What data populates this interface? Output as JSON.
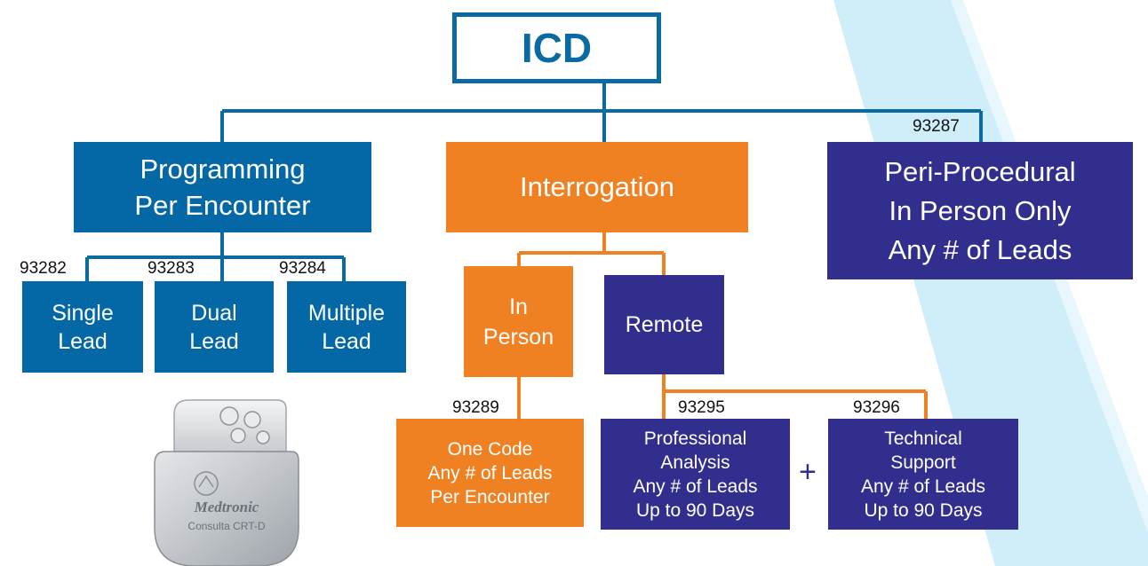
{
  "root": {
    "label": "ICD"
  },
  "programming": {
    "label": "Programming\nPer Encounter",
    "children": [
      {
        "code": "93282",
        "label": "Single\nLead"
      },
      {
        "code": "93283",
        "label": "Dual\nLead"
      },
      {
        "code": "93284",
        "label": "Multiple\nLead"
      }
    ]
  },
  "interrogation": {
    "label": "Interrogation",
    "in_person": {
      "label": "In\nPerson",
      "child": {
        "code": "93289",
        "label": "One Code\nAny # of Leads\nPer Encounter"
      }
    },
    "remote": {
      "label": "Remote",
      "children": [
        {
          "code": "93295",
          "label": "Professional\nAnalysis\nAny # of Leads\nUp to 90 Days"
        },
        {
          "code": "93296",
          "label": "Technical\nSupport\nAny # of Leads\nUp to 90 Days"
        }
      ],
      "plus": "+"
    }
  },
  "peri": {
    "code": "93287",
    "label": "Peri-Procedural\nIn Person Only\nAny # of Leads"
  },
  "device": {
    "brand": "Medtronic",
    "model": "Consulta CRT-D"
  },
  "colors": {
    "blue": "#0467a6",
    "orange": "#f08123",
    "navy": "#312e8d",
    "title_border": "#0c6aa2",
    "stripe": "#cfeefa"
  }
}
